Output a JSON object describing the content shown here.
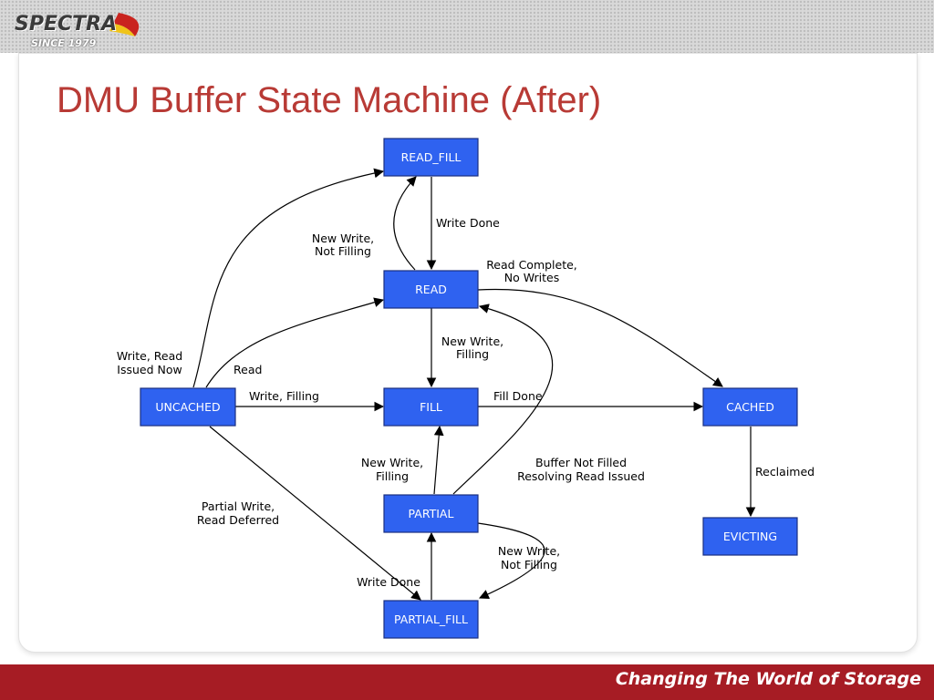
{
  "brand": {
    "logo_text": "SPECTRA",
    "since_text": "SINCE 1979",
    "tagline": "Changing The World of Storage"
  },
  "title": "DMU Buffer State Machine (After)",
  "colors": {
    "state_fill": "#2f62f0",
    "state_border": "#1a2f80",
    "title": "#b83a35",
    "footer": "#a61c24"
  },
  "states": {
    "read_fill": "READ_FILL",
    "read": "READ",
    "uncached": "UNCACHED",
    "fill": "FILL",
    "cached": "CACHED",
    "partial": "PARTIAL",
    "evicting": "EVICTING",
    "partial_fill": "PARTIAL_FILL"
  },
  "transitions": {
    "write_done_top": "Write Done",
    "new_write_not_filling_top": [
      "New Write,",
      "Not Filling"
    ],
    "read_complete_no_writes": [
      "Read Complete,",
      "No Writes"
    ],
    "new_write_filling_mid": [
      "New Write,",
      "Filling"
    ],
    "write_read_issued_now": [
      "Write, Read",
      "Issued Now"
    ],
    "read": "Read",
    "write_filling": "Write, Filling",
    "fill_done": "Fill Done",
    "buffer_not_filled": [
      "Buffer Not Filled",
      "Resolving Read Issued"
    ],
    "new_write_filling_low": [
      "New Write,",
      "Filling"
    ],
    "reclaimed": "Reclaimed",
    "partial_write_read_deferred": [
      "Partial Write,",
      "Read Deferred"
    ],
    "new_write_not_filling_low": [
      "New Write,",
      "Not Filling"
    ],
    "write_done_bottom": "Write Done"
  }
}
